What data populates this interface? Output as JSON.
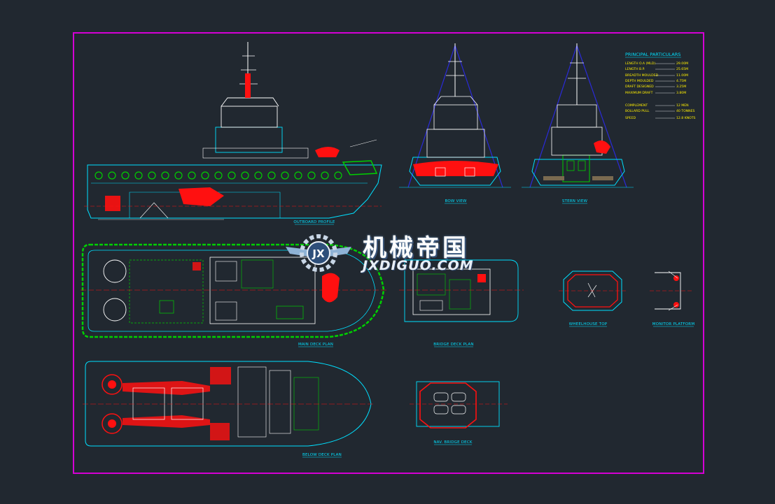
{
  "views": {
    "outboard_profile": "OUTBOARD PROFILE",
    "bow_view": "BOW VIEW",
    "stern_view": "STERN VIEW",
    "main_deck_plan": "MAIN DECK PLAN",
    "bridge_deck_plan": "BRIDGE DECK PLAN",
    "wheelhouse_top": "WHEELHOUSE TOP",
    "monitor_platform": "MONITOR PLATFORM",
    "below_deck_plan": "BELOW DECK PLAN",
    "nav_bridge_deck": "NAV. BRIDGE DECK"
  },
  "particulars": {
    "title": "PRINCIPAL PARTICULARS",
    "rows": [
      {
        "label": "LENGTH O.A (MLD)",
        "value": "29.00M"
      },
      {
        "label": "LENGTH B.P.",
        "value": "25.65M"
      },
      {
        "label": "BREADTH MOULDED",
        "value": "11.00M"
      },
      {
        "label": "DEPTH MOULDED",
        "value": "4.75M"
      },
      {
        "label": "DRAFT DESIGNED",
        "value": "3.25M"
      },
      {
        "label": "MAXIMUM DRAFT",
        "value": "3.80M"
      },
      {
        "label": "COMPLEMENT",
        "value": "12 MEN"
      },
      {
        "label": "BOLLARD PULL",
        "value": "40 TONNES"
      },
      {
        "label": "SPEED",
        "value": "12.8 KNOTS"
      }
    ]
  },
  "watermark": {
    "chinese": "机械帝国",
    "english": "JXDIGUO.COM",
    "badge": "JX"
  },
  "colors": {
    "background": "#212830",
    "border": "#d400d4",
    "cyan": "#00e0ff",
    "green": "#00d000",
    "red": "#ff1010",
    "white": "#ffffff",
    "yellow": "#ffee00",
    "blue": "#2a2ad8"
  }
}
